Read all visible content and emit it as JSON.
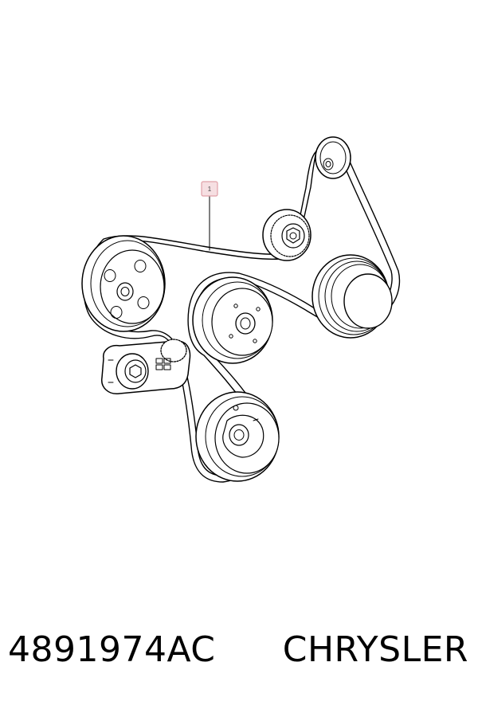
{
  "diagram": {
    "callout": {
      "number": "1",
      "color": "#e0a0a8"
    },
    "components": [
      {
        "name": "serpentine-belt",
        "callout": "1"
      },
      {
        "name": "upper-idler-pulley"
      },
      {
        "name": "belt-tensioner-pulley"
      },
      {
        "name": "alternator-pulley"
      },
      {
        "name": "power-steering-pulley"
      },
      {
        "name": "water-pump-pulley"
      },
      {
        "name": "automatic-belt-tensioner"
      },
      {
        "name": "crankshaft-damper-pulley"
      }
    ]
  },
  "footer": {
    "part_number": "4891974AC",
    "brand": "CHRYSLER"
  }
}
